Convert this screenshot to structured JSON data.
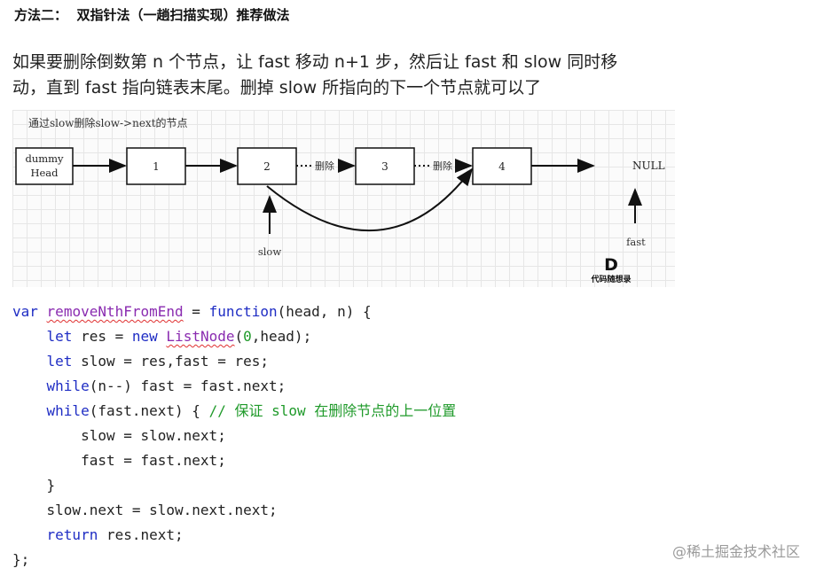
{
  "heading": "方法二：  双指针法（一趟扫描实现）推荐做法",
  "paragraph": {
    "line1": "如果要删除倒数第 n 个节点，让 fast 移动 n+1 步，然后让 fast 和 slow 同时移",
    "line2": "动，直到 fast 指向链表末尾。删掉 slow 所指向的下一个节点就可以了"
  },
  "figure": {
    "caption": "通过slow删除slow->next的节点",
    "dummy_line1": "dummy",
    "dummy_line2": "Head",
    "nodes": [
      "1",
      "2",
      "3",
      "4"
    ],
    "delete_label": "删除",
    "null_label": "NULL",
    "slow_label": "slow",
    "fast_label": "fast",
    "logo_letter": "D",
    "logo_text": "代码随想录"
  },
  "code": {
    "l1": {
      "kw1": "var",
      "fn": "removeNthFromEnd",
      "op": " = ",
      "kw2": "function",
      "rest": "(head, n) {"
    },
    "l2": {
      "indent": "    ",
      "kw1": "let",
      "a": " res = ",
      "kw2": "new",
      "sp": " ",
      "fn": "ListNode",
      "b": "(",
      "num": "0",
      "c": ",head);"
    },
    "l3": {
      "indent": "    ",
      "kw": "let",
      "rest": " slow = res,fast = res;"
    },
    "l4": {
      "indent": "    ",
      "kw": "while",
      "rest": "(n--) fast = fast.next;"
    },
    "l5": {
      "indent": "    ",
      "kw": "while",
      "rest": "(fast.next) { ",
      "comment": "// 保证 slow 在删除节点的上一位置"
    },
    "l6": "        slow = slow.next;",
    "l7": "        fast = fast.next;",
    "l8": "    }",
    "l9": "    slow.next = slow.next.next;",
    "l10": {
      "indent": "    ",
      "kw": "return",
      "rest": " res.next;"
    },
    "l11": "};"
  },
  "watermark": "@稀土掘金技术社区"
}
